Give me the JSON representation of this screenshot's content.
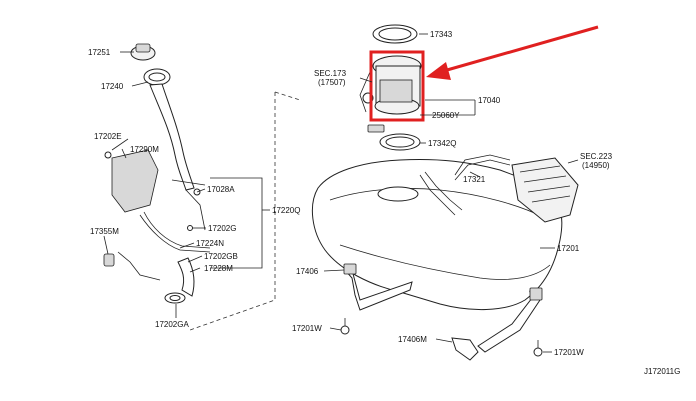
{
  "labels": {
    "l17251": "17251",
    "l17240": "17240",
    "l17202E": "17202E",
    "l17290M": "17290M",
    "l17028A": "17028A",
    "l17202G": "17202G",
    "l17220Q": "17220Q",
    "l17355M": "17355M",
    "l17224N": "17224N",
    "l17202GB": "17202GB",
    "l17228M": "17228M",
    "l17202GA": "17202GA",
    "l17343": "17343",
    "sec173a": "SEC.173",
    "sec173b": "(17507)",
    "l17040": "17040",
    "l25060Y": "25060Y",
    "l17342Q": "17342Q",
    "l17321": "17321",
    "sec223a": "SEC.223",
    "sec223b": "(14950)",
    "l17201": "17201",
    "l17406": "17406",
    "l17201W_left": "17201W",
    "l17406M": "17406M",
    "l17201W_right": "17201W",
    "diagram_id": "J172011G"
  },
  "colors": {
    "highlight": "#e02020",
    "ink": "#222222"
  }
}
